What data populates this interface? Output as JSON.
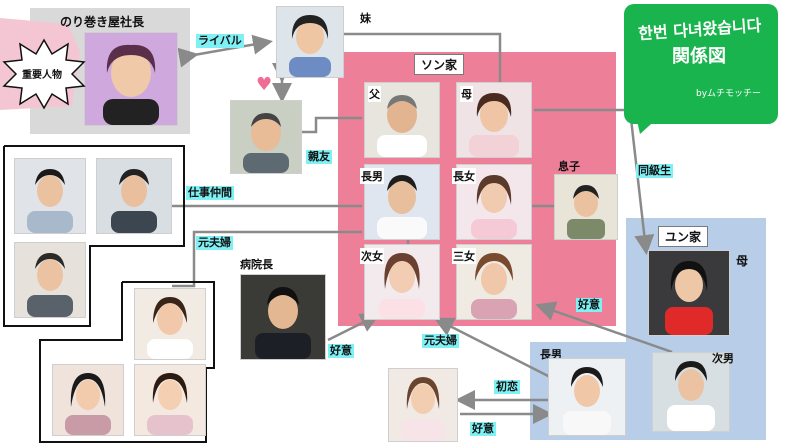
{
  "company_box": {
    "title": "のり巻き屋社長"
  },
  "badge": {
    "text": "重要人物"
  },
  "labels": {
    "sister": "妹",
    "father": "父",
    "mother": "母",
    "eldest_son": "長男",
    "eldest_daughter": "長女",
    "son": "息子",
    "second_daughter": "次女",
    "third_daughter": "三女",
    "hospital_director": "病院長",
    "yun_mother": "母",
    "yun_eldest_son": "長男",
    "yun_second_son": "次男"
  },
  "families": {
    "son": "ソン家",
    "yun": "ユン家"
  },
  "relations": {
    "rival": "ライバル",
    "best_friend": "親友",
    "work_colleagues": "仕事仲間",
    "ex_husband_1": "元夫婦",
    "ex_husband_2": "元夫婦",
    "classmates": "同級生",
    "liking_1": "好意",
    "liking_2": "好意",
    "liking_3": "好意",
    "first_love": "初恋"
  },
  "title_card": {
    "korean": "한번 다녀왔습니다",
    "japanese": "関係図",
    "credit": "byムチモッチー"
  },
  "colors": {
    "pink_box": "#ee7f99",
    "blue_box": "#b7cde8",
    "grey_box": "#d9d9d9",
    "label_highlight": "#7ff0f4",
    "title_card": "#19b44d",
    "arrow": "#8a8a8a"
  }
}
